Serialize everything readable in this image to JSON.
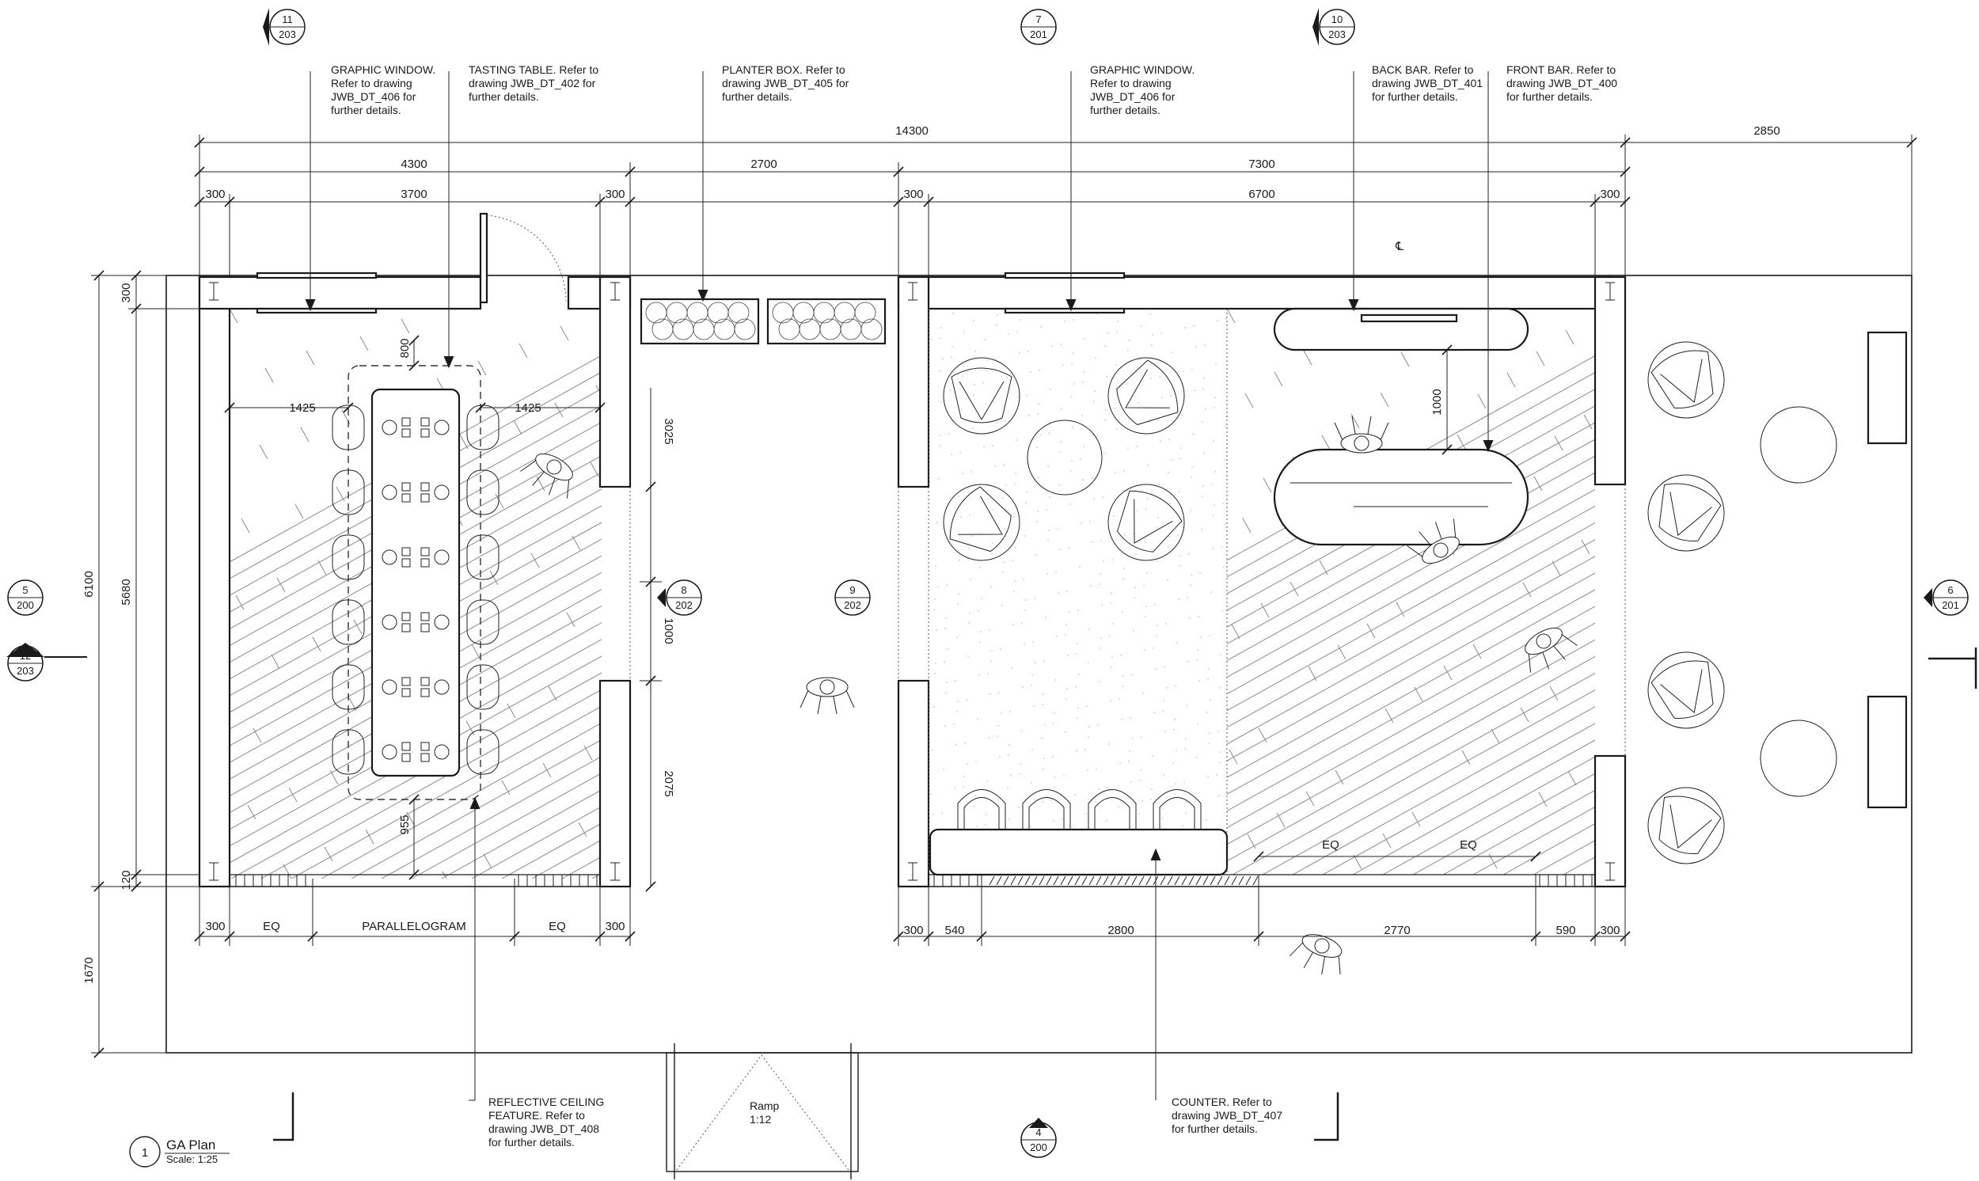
{
  "drawing": {
    "title": "GA Plan",
    "scale": "Scale: 1:25",
    "number": "1"
  },
  "dimensions": {
    "overall": [
      "14300",
      "2850"
    ],
    "second_row": [
      "4300",
      "2700",
      "7300"
    ],
    "third_row": [
      "300",
      "3700",
      "300",
      "300",
      "6700",
      "300"
    ],
    "left_vertical": [
      "6100",
      "1670"
    ],
    "left_inner": [
      "300",
      "5680",
      "120"
    ],
    "bottom_left": [
      "300",
      "EQ",
      "PARALLELOGRAM",
      "EQ",
      "300"
    ],
    "bottom_right": [
      "300",
      "540",
      "2800",
      "2770",
      "590",
      "300"
    ],
    "table": [
      "1425",
      "1425",
      "800",
      "955"
    ],
    "corridor": [
      "3025",
      "1000",
      "2075"
    ],
    "bar": [
      "1000",
      "EQ",
      "EQ"
    ],
    "centerline": "℄"
  },
  "annotations": {
    "graphic_window_1": [
      "GRAPHIC WINDOW.",
      "Refer to drawing",
      "JWB_DT_406 for",
      "further details."
    ],
    "tasting_table": [
      "TASTING TABLE. Refer to",
      "drawing JWB_DT_402 for",
      "further details."
    ],
    "planter_box": [
      "PLANTER BOX. Refer to",
      "drawing JWB_DT_405 for",
      "further details."
    ],
    "graphic_window_2": [
      "GRAPHIC WINDOW.",
      "Refer to drawing",
      "JWB_DT_406 for",
      "further details."
    ],
    "back_bar": [
      "BACK BAR. Refer to",
      "drawing JWB_DT_401",
      "for further details."
    ],
    "front_bar": [
      "FRONT BAR. Refer to",
      "drawing JWB_DT_400",
      "for further details."
    ],
    "reflective_ceiling": [
      "REFLECTIVE CEILING",
      "FEATURE. Refer to",
      "drawing JWB_DT_408",
      "for further details."
    ],
    "counter": [
      "COUNTER. Refer to",
      "drawing JWB_DT_407",
      "for further details."
    ],
    "ramp": [
      "Ramp",
      "1:12"
    ]
  },
  "section_tags": [
    {
      "id": "tag-11-203",
      "num": "11",
      "sheet": "203"
    },
    {
      "id": "tag-7-201",
      "num": "7",
      "sheet": "201"
    },
    {
      "id": "tag-10-203",
      "num": "10",
      "sheet": "203"
    },
    {
      "id": "tag-5-200",
      "num": "5",
      "sheet": "200"
    },
    {
      "id": "tag-12-203",
      "num": "12",
      "sheet": "203"
    },
    {
      "id": "tag-8-202",
      "num": "8",
      "sheet": "202"
    },
    {
      "id": "tag-9-202",
      "num": "9",
      "sheet": "202"
    },
    {
      "id": "tag-6-201",
      "num": "6",
      "sheet": "201"
    },
    {
      "id": "tag-4-200",
      "num": "4",
      "sheet": "200"
    }
  ]
}
